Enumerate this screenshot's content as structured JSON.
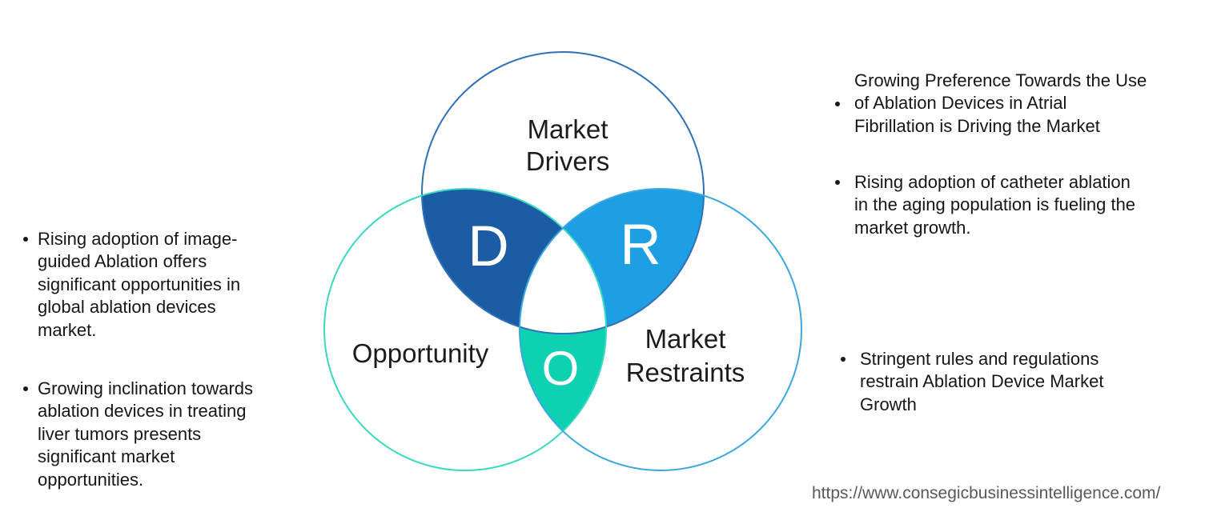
{
  "venn": {
    "circles": {
      "drivers": {
        "label_line1": "Market",
        "label_line2": "Drivers",
        "stroke": "#3070b8"
      },
      "opportunity": {
        "label": "Opportunity",
        "stroke": "#38d9c0"
      },
      "restraints": {
        "label_line1": "Market",
        "label_line2": "Restraints",
        "stroke": "#3aa7de"
      }
    },
    "overlaps": {
      "drivers_letter": "D",
      "restraints_letter": "R",
      "opportunity_letter": "O",
      "drivers_fill": "#1b5ca4",
      "restraints_fill": "#1e9fe4",
      "opportunity_fill": "#0ed1b2"
    }
  },
  "left_panel": {
    "bullets": [
      {
        "lines": [
          "Rising adoption of image-",
          "guided Ablation offers",
          "significant opportunities in",
          "global ablation devices",
          "market."
        ]
      },
      {
        "lines": [
          "Growing inclination towards",
          "ablation devices in treating",
          "liver tumors presents",
          "significant market",
          "opportunities."
        ]
      }
    ]
  },
  "right_panel": {
    "bullets": [
      {
        "lines": [
          "Growing Preference Towards the Use",
          "of Ablation Devices in Atrial",
          "Fibrillation is Driving the Market"
        ]
      },
      {
        "lines": [
          "Rising adoption of catheter ablation",
          "in the aging population is fueling the",
          "market growth."
        ]
      },
      {
        "lines": [
          "Stringent rules and regulations",
          "restrain Ablation Device Market",
          "Growth"
        ]
      }
    ]
  },
  "footer": {
    "url": "https://www.consegicbusinessintelligence.com/"
  }
}
